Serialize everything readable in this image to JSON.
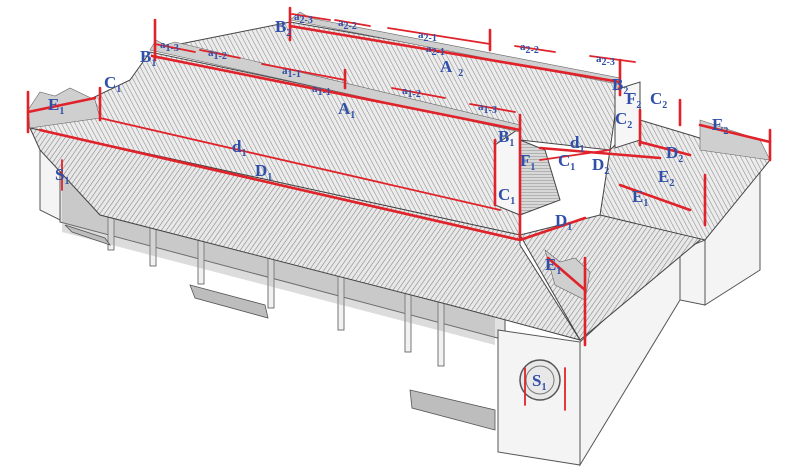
{
  "labels": {
    "A1": "A",
    "A1_sub": "1",
    "A2": "A",
    "A2_sub": "2",
    "B1": "B",
    "B1_sub": "1",
    "B1b": "B",
    "B1b_sub": "1",
    "B2": "B",
    "B2_sub": "2",
    "B2b": "B",
    "B2b_sub": "2",
    "C1": "C",
    "C1_sub": "1",
    "C1b": "C",
    "C1b_sub": "1",
    "C1c": "C",
    "C1c_sub": "1",
    "C2": "C",
    "C2_sub": "2",
    "C2b": "C",
    "C2b_sub": "2",
    "D1": "D",
    "D1_sub": "1",
    "D1b": "D",
    "D1b_sub": "1",
    "D2": "D",
    "D2_sub": "2",
    "D2b": "D",
    "D2b_sub": "2",
    "d1": "d",
    "d1_sub": "1",
    "d1b": "d",
    "d1b_sub": "1",
    "E1": "E",
    "E1_sub": "1",
    "E1b": "E",
    "E1b_sub": "1",
    "E2": "E",
    "E2_sub": "2",
    "E2b": "E",
    "E2b_sub": "2",
    "F1": "F",
    "F1_sub": "1",
    "F2": "F",
    "F2_sub": "2",
    "S1": "S",
    "S1_sub": "1",
    "S1b": "S",
    "S1b_sub": "1",
    "a1_1": "a",
    "a1_1_sub": "1-1",
    "a1_1b": "a",
    "a1_1b_sub": "1-1",
    "a1_2": "a",
    "a1_2_sub": "1-2",
    "a1_2b": "a",
    "a1_2b_sub": "1-2",
    "a1_3": "a",
    "a1_3_sub": "1-3",
    "a1_3b": "a",
    "a1_3b_sub": "1-3",
    "a2_1": "a",
    "a2_1_sub": "2-1",
    "a2_1b": "a",
    "a2_1b_sub": "2-1",
    "a2_2": "a",
    "a2_2_sub": "2-2",
    "a2_2b": "a",
    "a2_2b_sub": "2-2",
    "a2_3": "a",
    "a2_3_sub": "2-3",
    "a2_3b": "a",
    "a2_3b_sub": "2-3"
  },
  "colors": {
    "label": "#2f4fa8",
    "measure_line": "#e0222a",
    "roof_line": "#8a8a8a",
    "wall": "#f4f4f4"
  }
}
